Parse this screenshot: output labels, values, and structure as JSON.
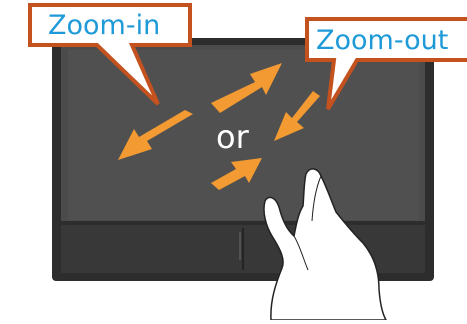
{
  "callouts": {
    "zoom_in": "Zoom-in",
    "zoom_out": "Zoom-out"
  },
  "gesture": {
    "or_label": "or"
  },
  "icons": {
    "arrow": "arrow-icon",
    "hand": "hand-pointer-icon"
  },
  "colors": {
    "accent_text": "#1f9ad8",
    "callout_border": "#c4521e",
    "arrow": "#f39a32",
    "touchpad": "#4b4b4b",
    "frame": "#2d2d2d"
  }
}
